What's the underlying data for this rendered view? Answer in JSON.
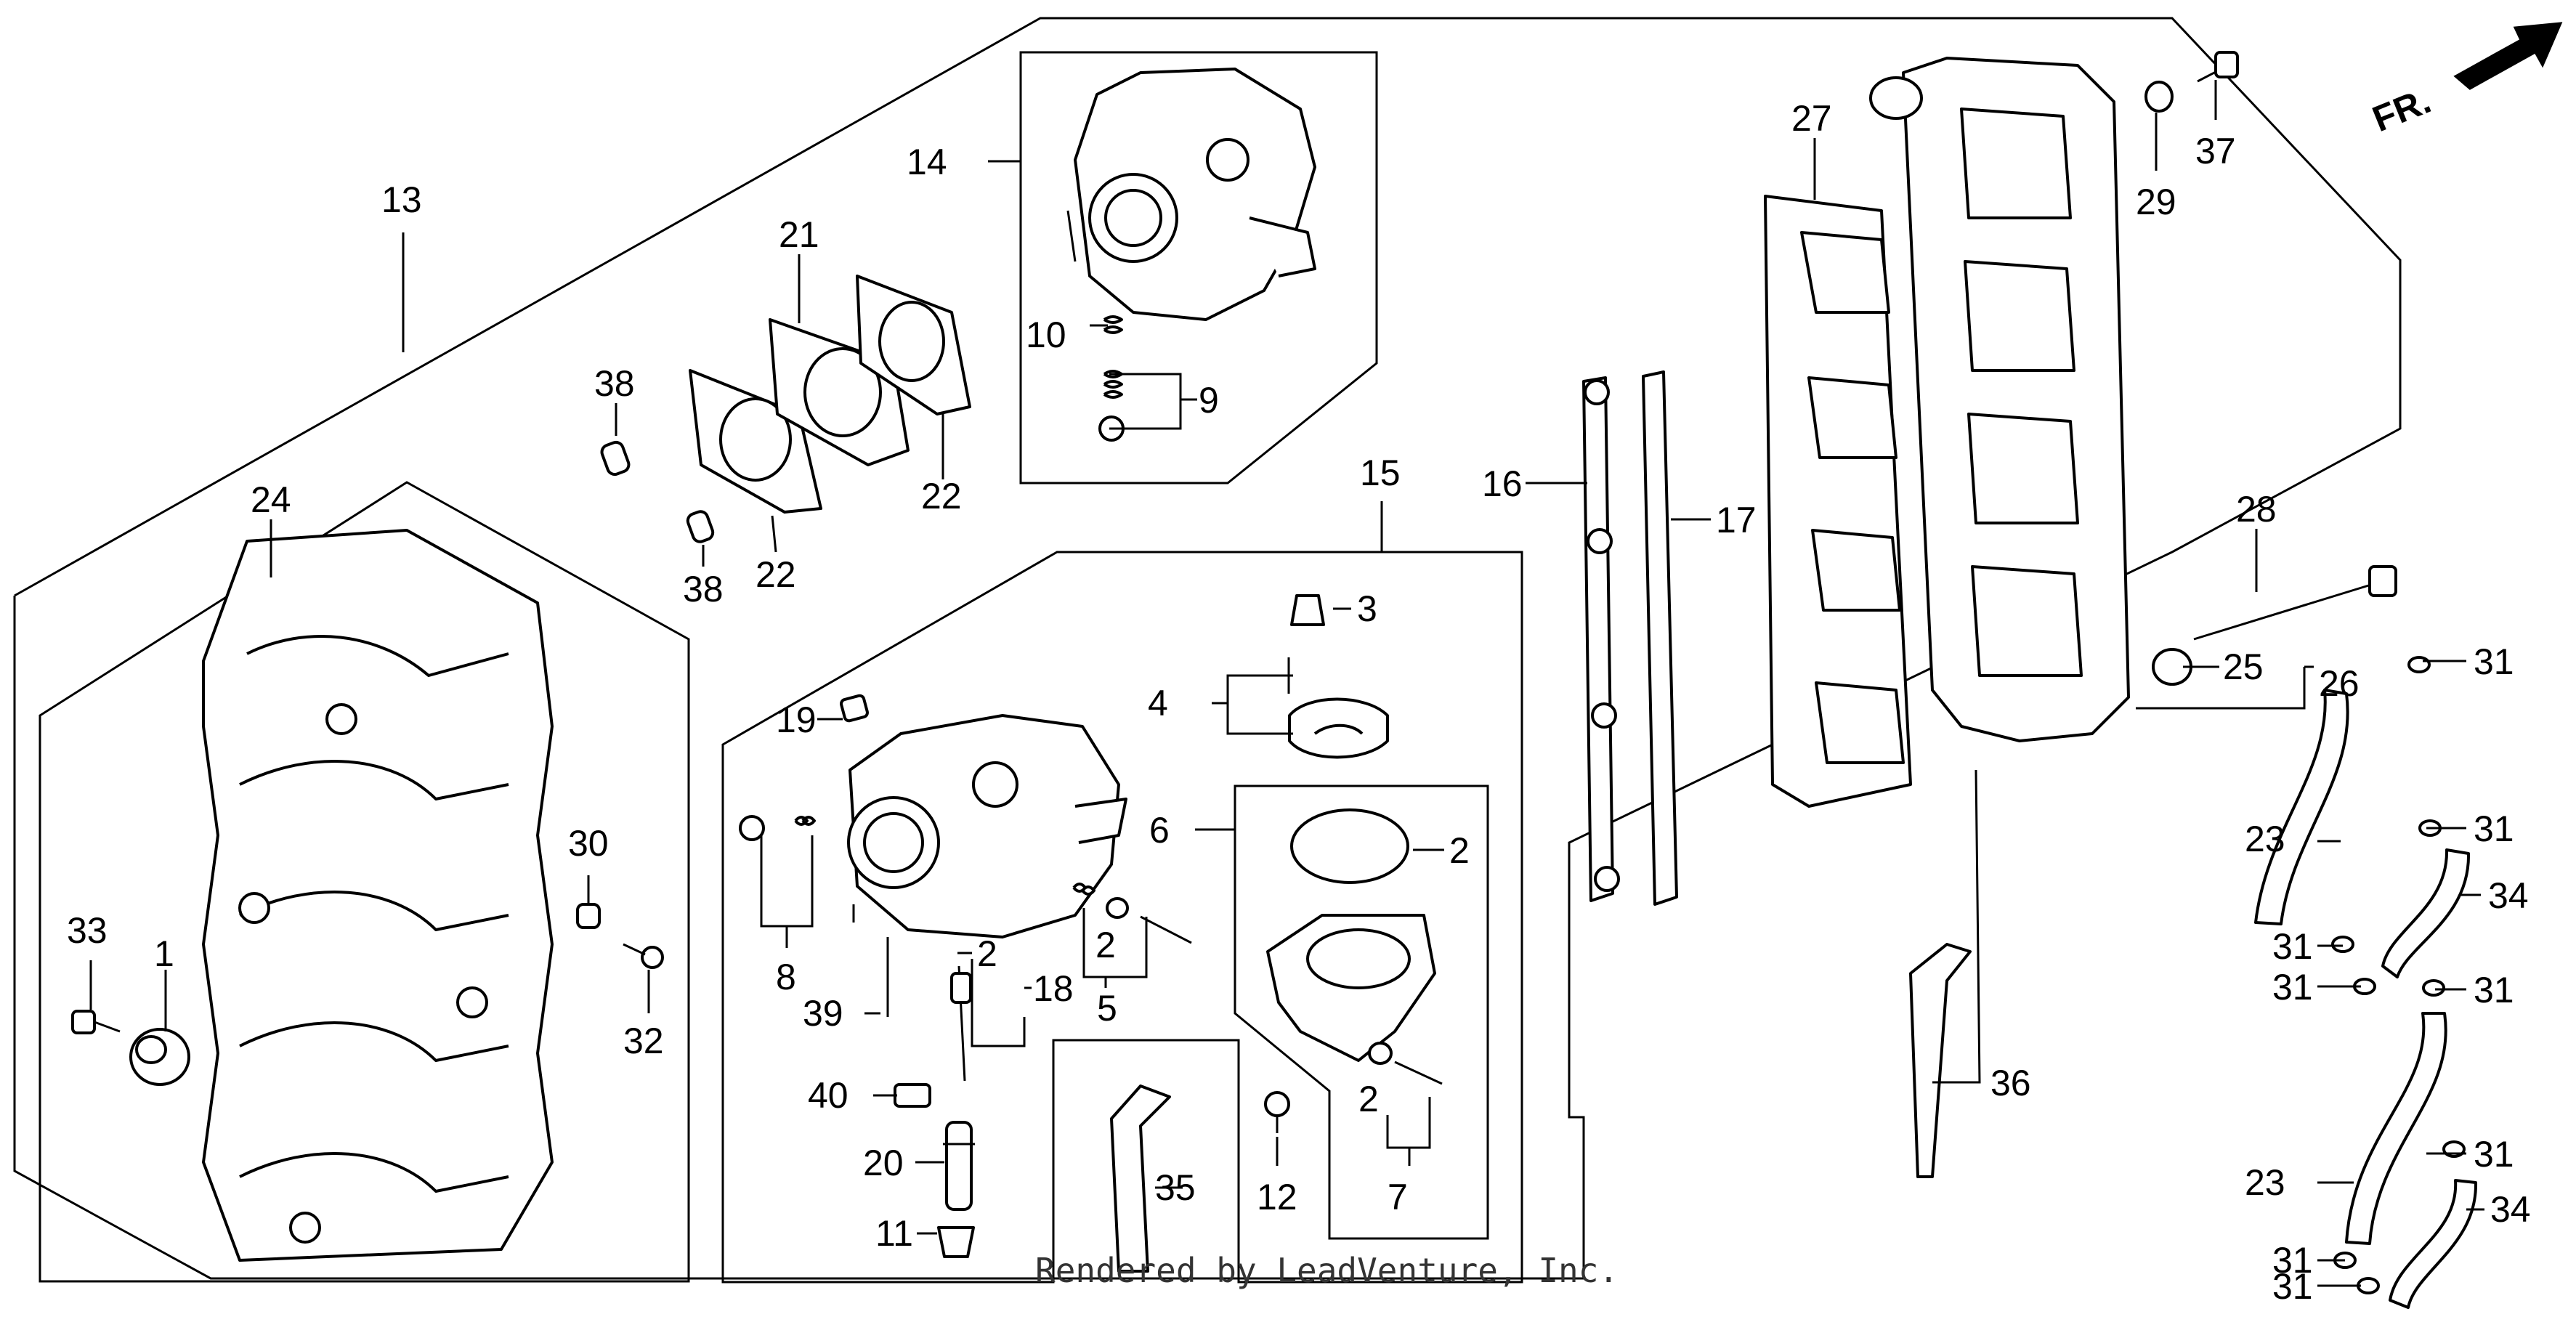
{
  "footer_text": "Rendered by LeadVenture, Inc.",
  "front_indicator": "FR.",
  "callouts": [
    "1",
    "2",
    "3",
    "4",
    "5",
    "6",
    "7",
    "8",
    "9",
    "10",
    "11",
    "12",
    "13",
    "14",
    "15",
    "16",
    "17",
    "18",
    "19",
    "20",
    "21",
    "22",
    "23",
    "24",
    "25",
    "26",
    "27",
    "28",
    "29",
    "30",
    "31",
    "32",
    "33",
    "34",
    "35",
    "36",
    "37",
    "38",
    "39",
    "40"
  ]
}
